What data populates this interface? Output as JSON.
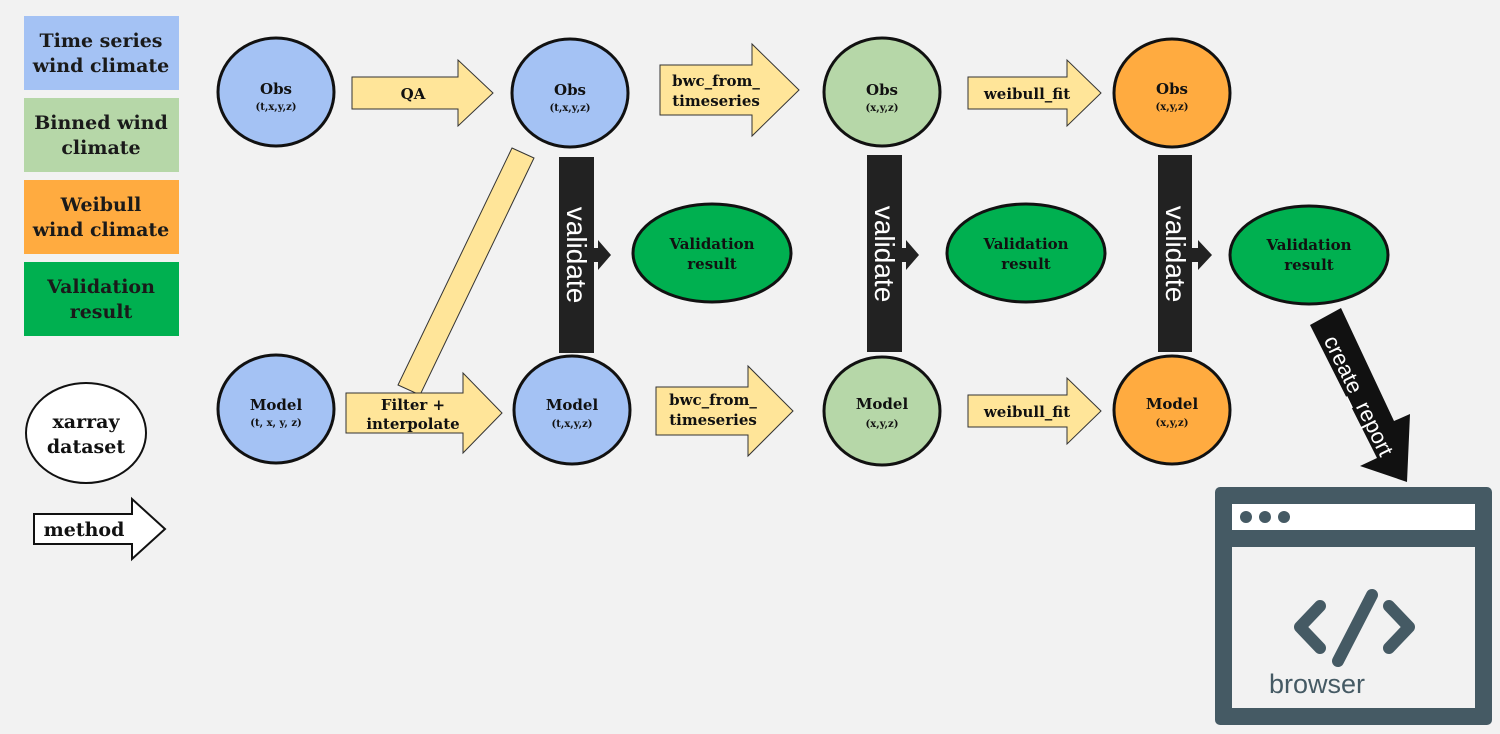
{
  "colors": {
    "background": "#f2f2f2",
    "timeseries": "#a4c2f4",
    "binned": "#b6d7a8",
    "weibull": "#ffab40",
    "validation": "#00b050",
    "arrow": "#ffe599",
    "validate_bar": "#222222",
    "browser": "#455a64"
  },
  "legend": {
    "timeseries_line1": "Time series",
    "timeseries_line2": "wind climate",
    "binned_line1": "Binned wind",
    "binned_line2": "climate",
    "weibull_line1": "Weibull",
    "weibull_line2": "wind climate",
    "validation_line1": "Validation",
    "validation_line2": "result",
    "dataset_line1": "xarray",
    "dataset_line2": "dataset",
    "method": "method"
  },
  "nodes": {
    "obs_ts_raw": {
      "title": "Obs",
      "dims": "(t,x,y,z)"
    },
    "obs_ts_qa": {
      "title": "Obs",
      "dims": "(t,x,y,z)"
    },
    "obs_bwc": {
      "title": "Obs",
      "dims": "(x,y,z)"
    },
    "obs_weibull": {
      "title": "Obs",
      "dims": "(x,y,z)"
    },
    "model_ts_raw": {
      "title": "Model",
      "dims": "(t, x, y, z)"
    },
    "model_ts_interp": {
      "title": "Model",
      "dims": "(t,x,y,z)"
    },
    "model_bwc": {
      "title": "Model",
      "dims": "(x,y,z)"
    },
    "model_weibull": {
      "title": "Model",
      "dims": "(x,y,z)"
    },
    "validation_1": {
      "line1": "Validation",
      "line2": "result"
    },
    "validation_2": {
      "line1": "Validation",
      "line2": "result"
    },
    "validation_3": {
      "line1": "Validation",
      "line2": "result"
    }
  },
  "methods": {
    "qa": "QA",
    "bwc_obs_line1": "bwc_from_",
    "bwc_obs_line2": "timeseries",
    "weibull_obs": "weibull_fit",
    "filter_line1": "Filter +",
    "filter_line2": "interpolate",
    "bwc_model_line1": "bwc_from_",
    "bwc_model_line2": "timeseries",
    "weibull_model": "weibull_fit",
    "validate_1": "validate",
    "validate_2": "validate",
    "validate_3": "validate",
    "create_report": "create_report"
  },
  "browser": {
    "label": "browser",
    "icon": "code-icon"
  }
}
